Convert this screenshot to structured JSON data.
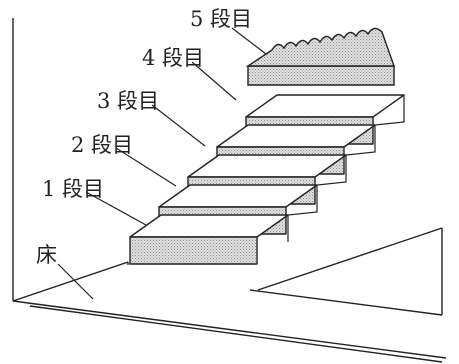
{
  "labels": {
    "floor": "床",
    "step1": "1 段目",
    "step2": "2 段目",
    "step3": "3 段目",
    "step4": "4 段目",
    "step5": "5 段目"
  },
  "colors": {
    "line": "#222222",
    "riser_fill": "#cfcfcf",
    "tread_fill": "#ffffff",
    "background": "#ffffff"
  },
  "steps_count": 5
}
